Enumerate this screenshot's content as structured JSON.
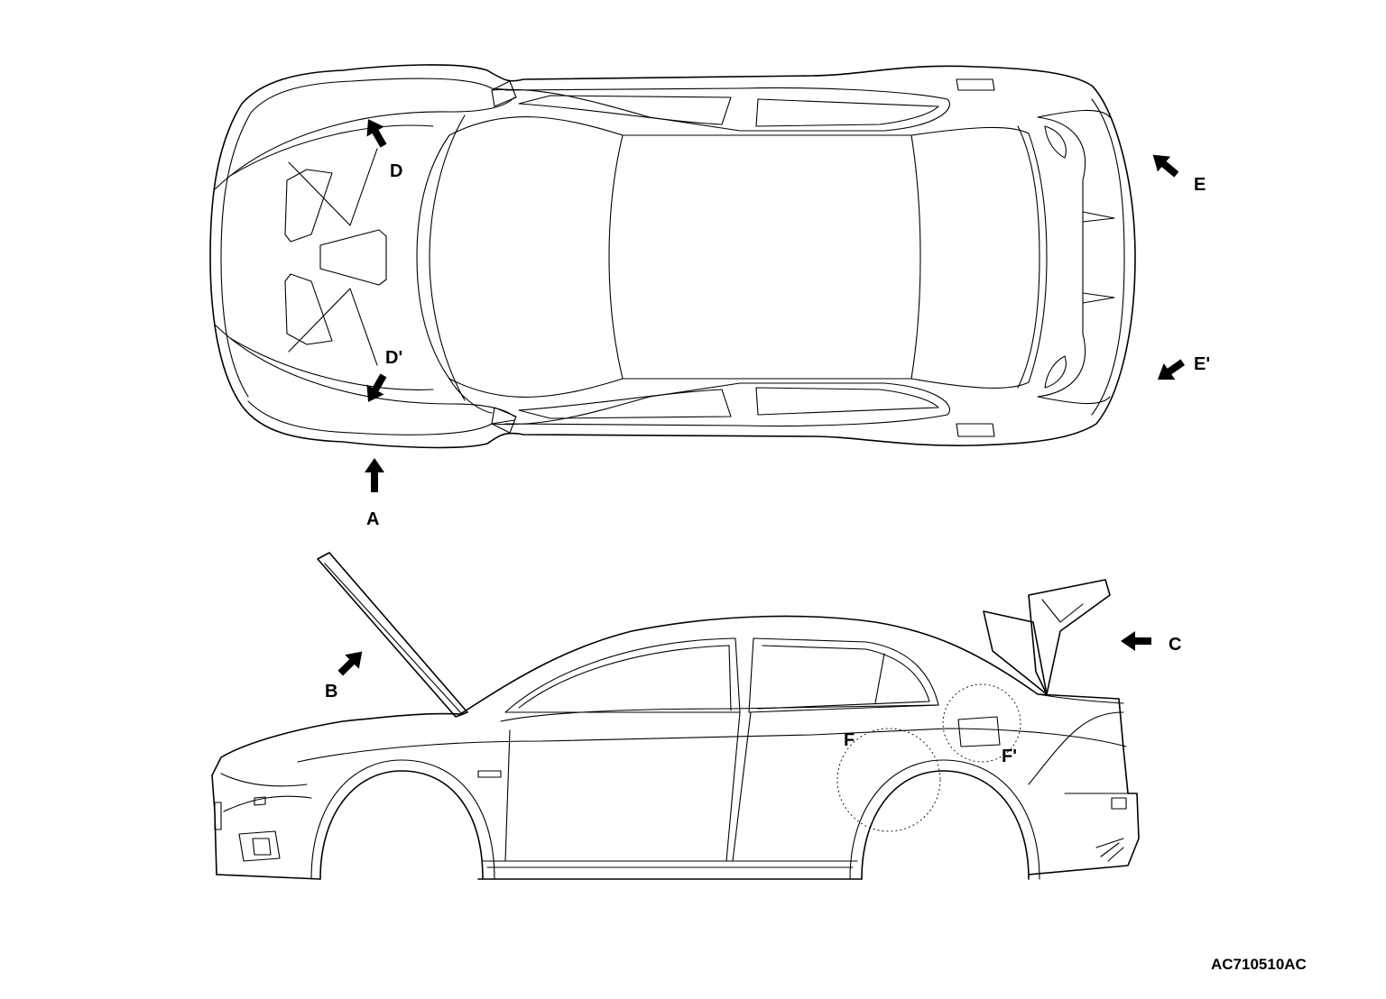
{
  "figure_id": "AC710510AC",
  "labels": {
    "a": "A",
    "b": "B",
    "c": "C",
    "d": "D",
    "d_prime": "D'",
    "e": "E",
    "e_prime": "E'",
    "f": "F",
    "f_prime": "F'"
  },
  "colors": {
    "line": "#000000",
    "background": "#ffffff"
  },
  "icons": [
    "arrow-icon"
  ]
}
